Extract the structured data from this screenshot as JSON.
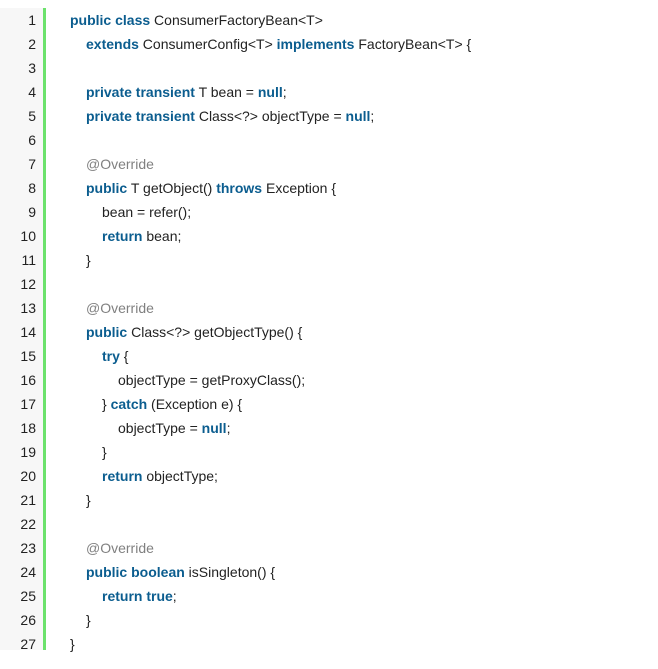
{
  "colors": {
    "keyword": "#0b5d8f",
    "annotation": "#808080",
    "plain": "#222222",
    "gutter_background": "#f7f7f7",
    "gutter_border": "#6ce26c"
  },
  "lines": [
    {
      "number": "1",
      "indent": 0,
      "tokens": [
        {
          "t": "kw",
          "v": "public class"
        },
        {
          "t": "plain",
          "v": " ConsumerFactoryBean<T>"
        }
      ]
    },
    {
      "number": "2",
      "indent": 1,
      "tokens": [
        {
          "t": "kw",
          "v": "extends"
        },
        {
          "t": "plain",
          "v": " ConsumerConfig<T> "
        },
        {
          "t": "kw",
          "v": "implements"
        },
        {
          "t": "plain",
          "v": " FactoryBean<T> {"
        }
      ]
    },
    {
      "number": "3",
      "indent": 0,
      "tokens": []
    },
    {
      "number": "4",
      "indent": 1,
      "tokens": [
        {
          "t": "kw",
          "v": "private transient"
        },
        {
          "t": "plain",
          "v": " T bean = "
        },
        {
          "t": "kw",
          "v": "null"
        },
        {
          "t": "plain",
          "v": ";"
        }
      ]
    },
    {
      "number": "5",
      "indent": 1,
      "tokens": [
        {
          "t": "kw",
          "v": "private transient"
        },
        {
          "t": "plain",
          "v": " Class<?> objectType = "
        },
        {
          "t": "kw",
          "v": "null"
        },
        {
          "t": "plain",
          "v": ";"
        }
      ]
    },
    {
      "number": "6",
      "indent": 0,
      "tokens": []
    },
    {
      "number": "7",
      "indent": 1,
      "tokens": [
        {
          "t": "an",
          "v": "@Override"
        }
      ]
    },
    {
      "number": "8",
      "indent": 1,
      "tokens": [
        {
          "t": "kw",
          "v": "public"
        },
        {
          "t": "plain",
          "v": " T getObject() "
        },
        {
          "t": "kw",
          "v": "throws"
        },
        {
          "t": "plain",
          "v": " Exception {"
        }
      ]
    },
    {
      "number": "9",
      "indent": 2,
      "tokens": [
        {
          "t": "plain",
          "v": "bean = refer();"
        }
      ]
    },
    {
      "number": "10",
      "indent": 2,
      "tokens": [
        {
          "t": "kw",
          "v": "return"
        },
        {
          "t": "plain",
          "v": " bean;"
        }
      ]
    },
    {
      "number": "11",
      "indent": 1,
      "tokens": [
        {
          "t": "plain",
          "v": "}"
        }
      ]
    },
    {
      "number": "12",
      "indent": 0,
      "tokens": []
    },
    {
      "number": "13",
      "indent": 1,
      "tokens": [
        {
          "t": "an",
          "v": "@Override"
        }
      ]
    },
    {
      "number": "14",
      "indent": 1,
      "tokens": [
        {
          "t": "kw",
          "v": "public"
        },
        {
          "t": "plain",
          "v": " Class<?> getObjectType() {"
        }
      ]
    },
    {
      "number": "15",
      "indent": 2,
      "tokens": [
        {
          "t": "kw",
          "v": "try"
        },
        {
          "t": "plain",
          "v": " {"
        }
      ]
    },
    {
      "number": "16",
      "indent": 3,
      "tokens": [
        {
          "t": "plain",
          "v": "objectType = getProxyClass();"
        }
      ]
    },
    {
      "number": "17",
      "indent": 2,
      "tokens": [
        {
          "t": "plain",
          "v": "} "
        },
        {
          "t": "kw",
          "v": "catch"
        },
        {
          "t": "plain",
          "v": " (Exception e) {"
        }
      ]
    },
    {
      "number": "18",
      "indent": 3,
      "tokens": [
        {
          "t": "plain",
          "v": "objectType = "
        },
        {
          "t": "kw",
          "v": "null"
        },
        {
          "t": "plain",
          "v": ";"
        }
      ]
    },
    {
      "number": "19",
      "indent": 2,
      "tokens": [
        {
          "t": "plain",
          "v": "}"
        }
      ]
    },
    {
      "number": "20",
      "indent": 2,
      "tokens": [
        {
          "t": "kw",
          "v": "return"
        },
        {
          "t": "plain",
          "v": " objectType;"
        }
      ]
    },
    {
      "number": "21",
      "indent": 1,
      "tokens": [
        {
          "t": "plain",
          "v": "}"
        }
      ]
    },
    {
      "number": "22",
      "indent": 0,
      "tokens": []
    },
    {
      "number": "23",
      "indent": 1,
      "tokens": [
        {
          "t": "an",
          "v": "@Override"
        }
      ]
    },
    {
      "number": "24",
      "indent": 1,
      "tokens": [
        {
          "t": "kw",
          "v": "public boolean"
        },
        {
          "t": "plain",
          "v": " isSingleton() {"
        }
      ]
    },
    {
      "number": "25",
      "indent": 2,
      "tokens": [
        {
          "t": "kw",
          "v": "return true"
        },
        {
          "t": "plain",
          "v": ";"
        }
      ]
    },
    {
      "number": "26",
      "indent": 1,
      "tokens": [
        {
          "t": "plain",
          "v": "}"
        }
      ]
    },
    {
      "number": "27",
      "indent": 0,
      "tokens": [
        {
          "t": "plain",
          "v": "}"
        }
      ]
    }
  ]
}
